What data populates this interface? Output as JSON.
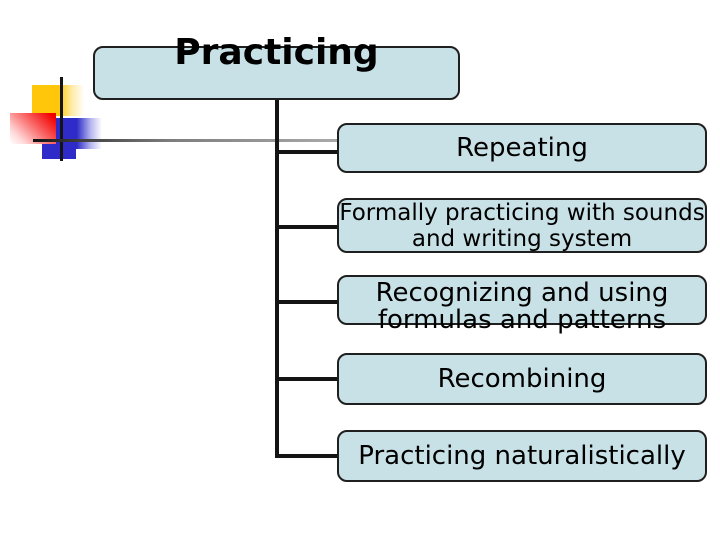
{
  "slide": {
    "background": "#ffffff",
    "node_fill": "#c8e1e6",
    "node_border": "#1f1f1f",
    "connector_color": "#141414"
  },
  "decoration": {
    "yellow_square": "#ffc60a",
    "red_square": "#f20000",
    "blue_square": "#2e2bc8",
    "gray_line": "#a9a9a9"
  },
  "diagram": {
    "root": {
      "label": "Practicing"
    },
    "children": [
      {
        "label": "Repeating"
      },
      {
        "label": "Formally practicing with sounds\nand writing system"
      },
      {
        "label": "Recognizing and using\nformulas and patterns"
      },
      {
        "label": "Recombining"
      },
      {
        "label": "Practicing naturalistically"
      }
    ]
  }
}
